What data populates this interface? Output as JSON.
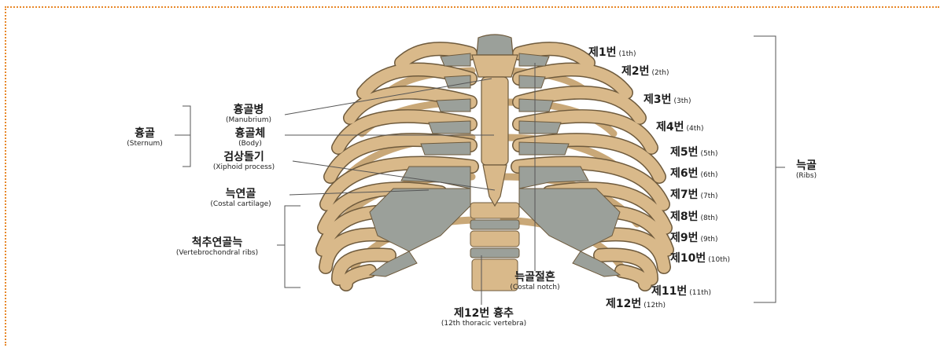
{
  "colors": {
    "frame": "#e8882a",
    "bone": "#d9b98a",
    "cartilage": "#9ba09a",
    "outline": "#6e5a3c",
    "line": "#555555"
  },
  "labels": {
    "manubrium": {
      "ko": "흉골병",
      "en": "(Manubrium)"
    },
    "body": {
      "ko": "흉골체",
      "en": "(Body)"
    },
    "xiphoid": {
      "ko": "검상돌기",
      "en": "(Xiphoid process)"
    },
    "sternum": {
      "ko": "흉골",
      "en": "(Sternum)"
    },
    "costal_cartilage": {
      "ko": "늑연골",
      "en": "(Costal cartilage)"
    },
    "vertebrochondral": {
      "ko": "척추연골늑",
      "en": "(Vertebrochondral ribs)"
    },
    "costal_notch": {
      "ko": "늑골절흔",
      "en": "(Costal notch)"
    },
    "thoracic12": {
      "ko": "제12번 흉추",
      "en": "(12th thoracic vertebra)"
    },
    "ribs": {
      "ko": "늑골",
      "en": "(Ribs)"
    }
  },
  "ribs": [
    {
      "ko": "제1번",
      "en": "(1th)"
    },
    {
      "ko": "제2번",
      "en": "(2th)"
    },
    {
      "ko": "제3번",
      "en": "(3th)"
    },
    {
      "ko": "제4번",
      "en": "(4th)"
    },
    {
      "ko": "제5번",
      "en": "(5th)"
    },
    {
      "ko": "제6번",
      "en": "(6th)"
    },
    {
      "ko": "제7번",
      "en": "(7th)"
    },
    {
      "ko": "제8번",
      "en": "(8th)"
    },
    {
      "ko": "제9번",
      "en": "(9th)"
    },
    {
      "ko": "제10번",
      "en": "(10th)"
    },
    {
      "ko": "제11번",
      "en": "(11th)"
    },
    {
      "ko": "제12번",
      "en": "(12th)"
    }
  ]
}
